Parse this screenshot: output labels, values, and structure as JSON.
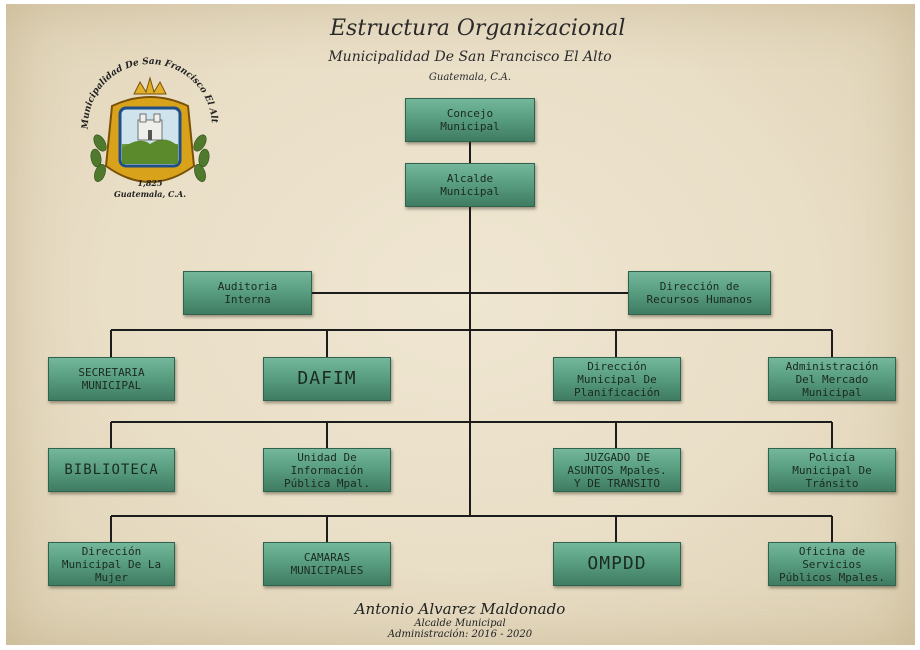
{
  "header": {
    "title": "Estructura Organizacional",
    "subtitle": "Municipalidad De San Francisco El Alto",
    "location": "Guatemala, C.A."
  },
  "seal": {
    "arc_text": "Municipalidad De San Francisco El Alto",
    "year": "1,825",
    "place": "Guatemala, C.A."
  },
  "nodes": {
    "concejo": "Concejo\nMunicipal",
    "alcalde": "Alcalde\nMunicipal",
    "auditoria": "Auditoria\nInterna",
    "rrhh": "Dirección de\nRecursos Humanos",
    "secretaria": "SECRETARIA\nMUNICIPAL",
    "dafim": "DAFIM",
    "planificacion": "Dirección\nMunicipal De\nPlanificación",
    "mercado": "Administración\nDel Mercado\nMunicipal",
    "biblioteca": "BIBLIOTECA",
    "informacion": "Unidad De\nInformación\nPública Mpal.",
    "juzgado": "JUZGADO DE\nASUNTOS Mpales.\nY DE TRANSITO",
    "policia": "Policía\nMunicipal De\nTránsito",
    "mujer": "Dirección\nMunicipal De La\nMujer",
    "camaras": "CAMARAS\nMUNICIPALES",
    "ompdd": "OMPDD",
    "servicios": "Oficina de\nServicios\nPúblicos Mpales."
  },
  "footer": {
    "name": "Antonio Alvarez Maldonado",
    "role": "Alcalde Municipal",
    "term": "Administración: 2016 - 2020"
  }
}
